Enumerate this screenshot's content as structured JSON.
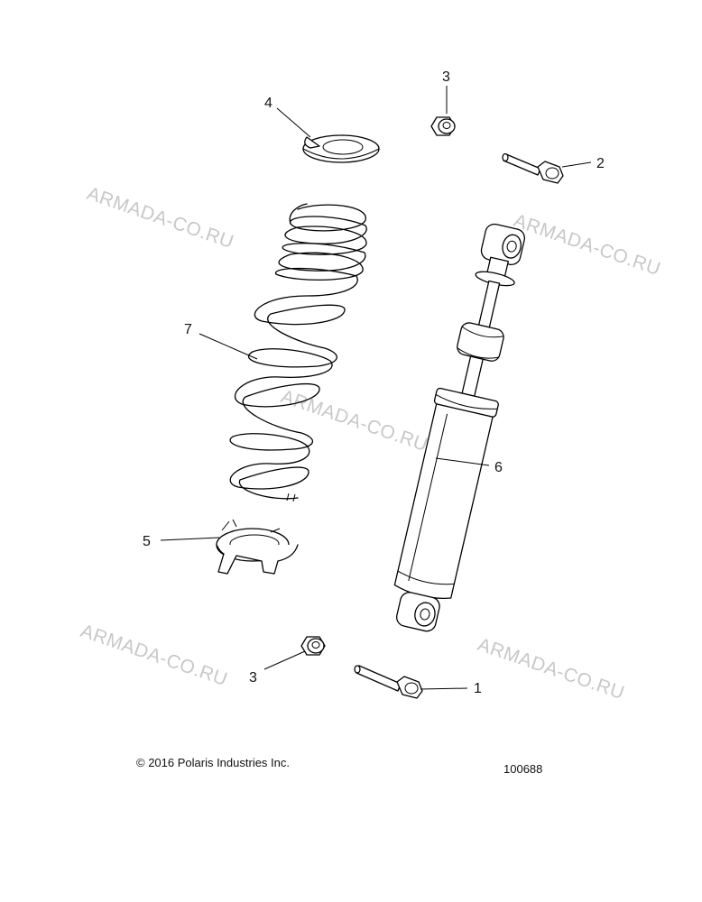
{
  "callouts": {
    "c1": "1",
    "c2": "2",
    "c3a": "3",
    "c3b": "3",
    "c4": "4",
    "c5": "5",
    "c6": "6",
    "c7": "7"
  },
  "watermarks": [
    "ARMADA-CO.RU",
    "ARMADA-CO.RU",
    "ARMADA-CO.RU",
    "ARMADA-CO.RU",
    "ARMADA-CO.RU"
  ],
  "footer": {
    "copyright": "© 2016 Polaris Industries Inc.",
    "figure_number": "100688"
  }
}
